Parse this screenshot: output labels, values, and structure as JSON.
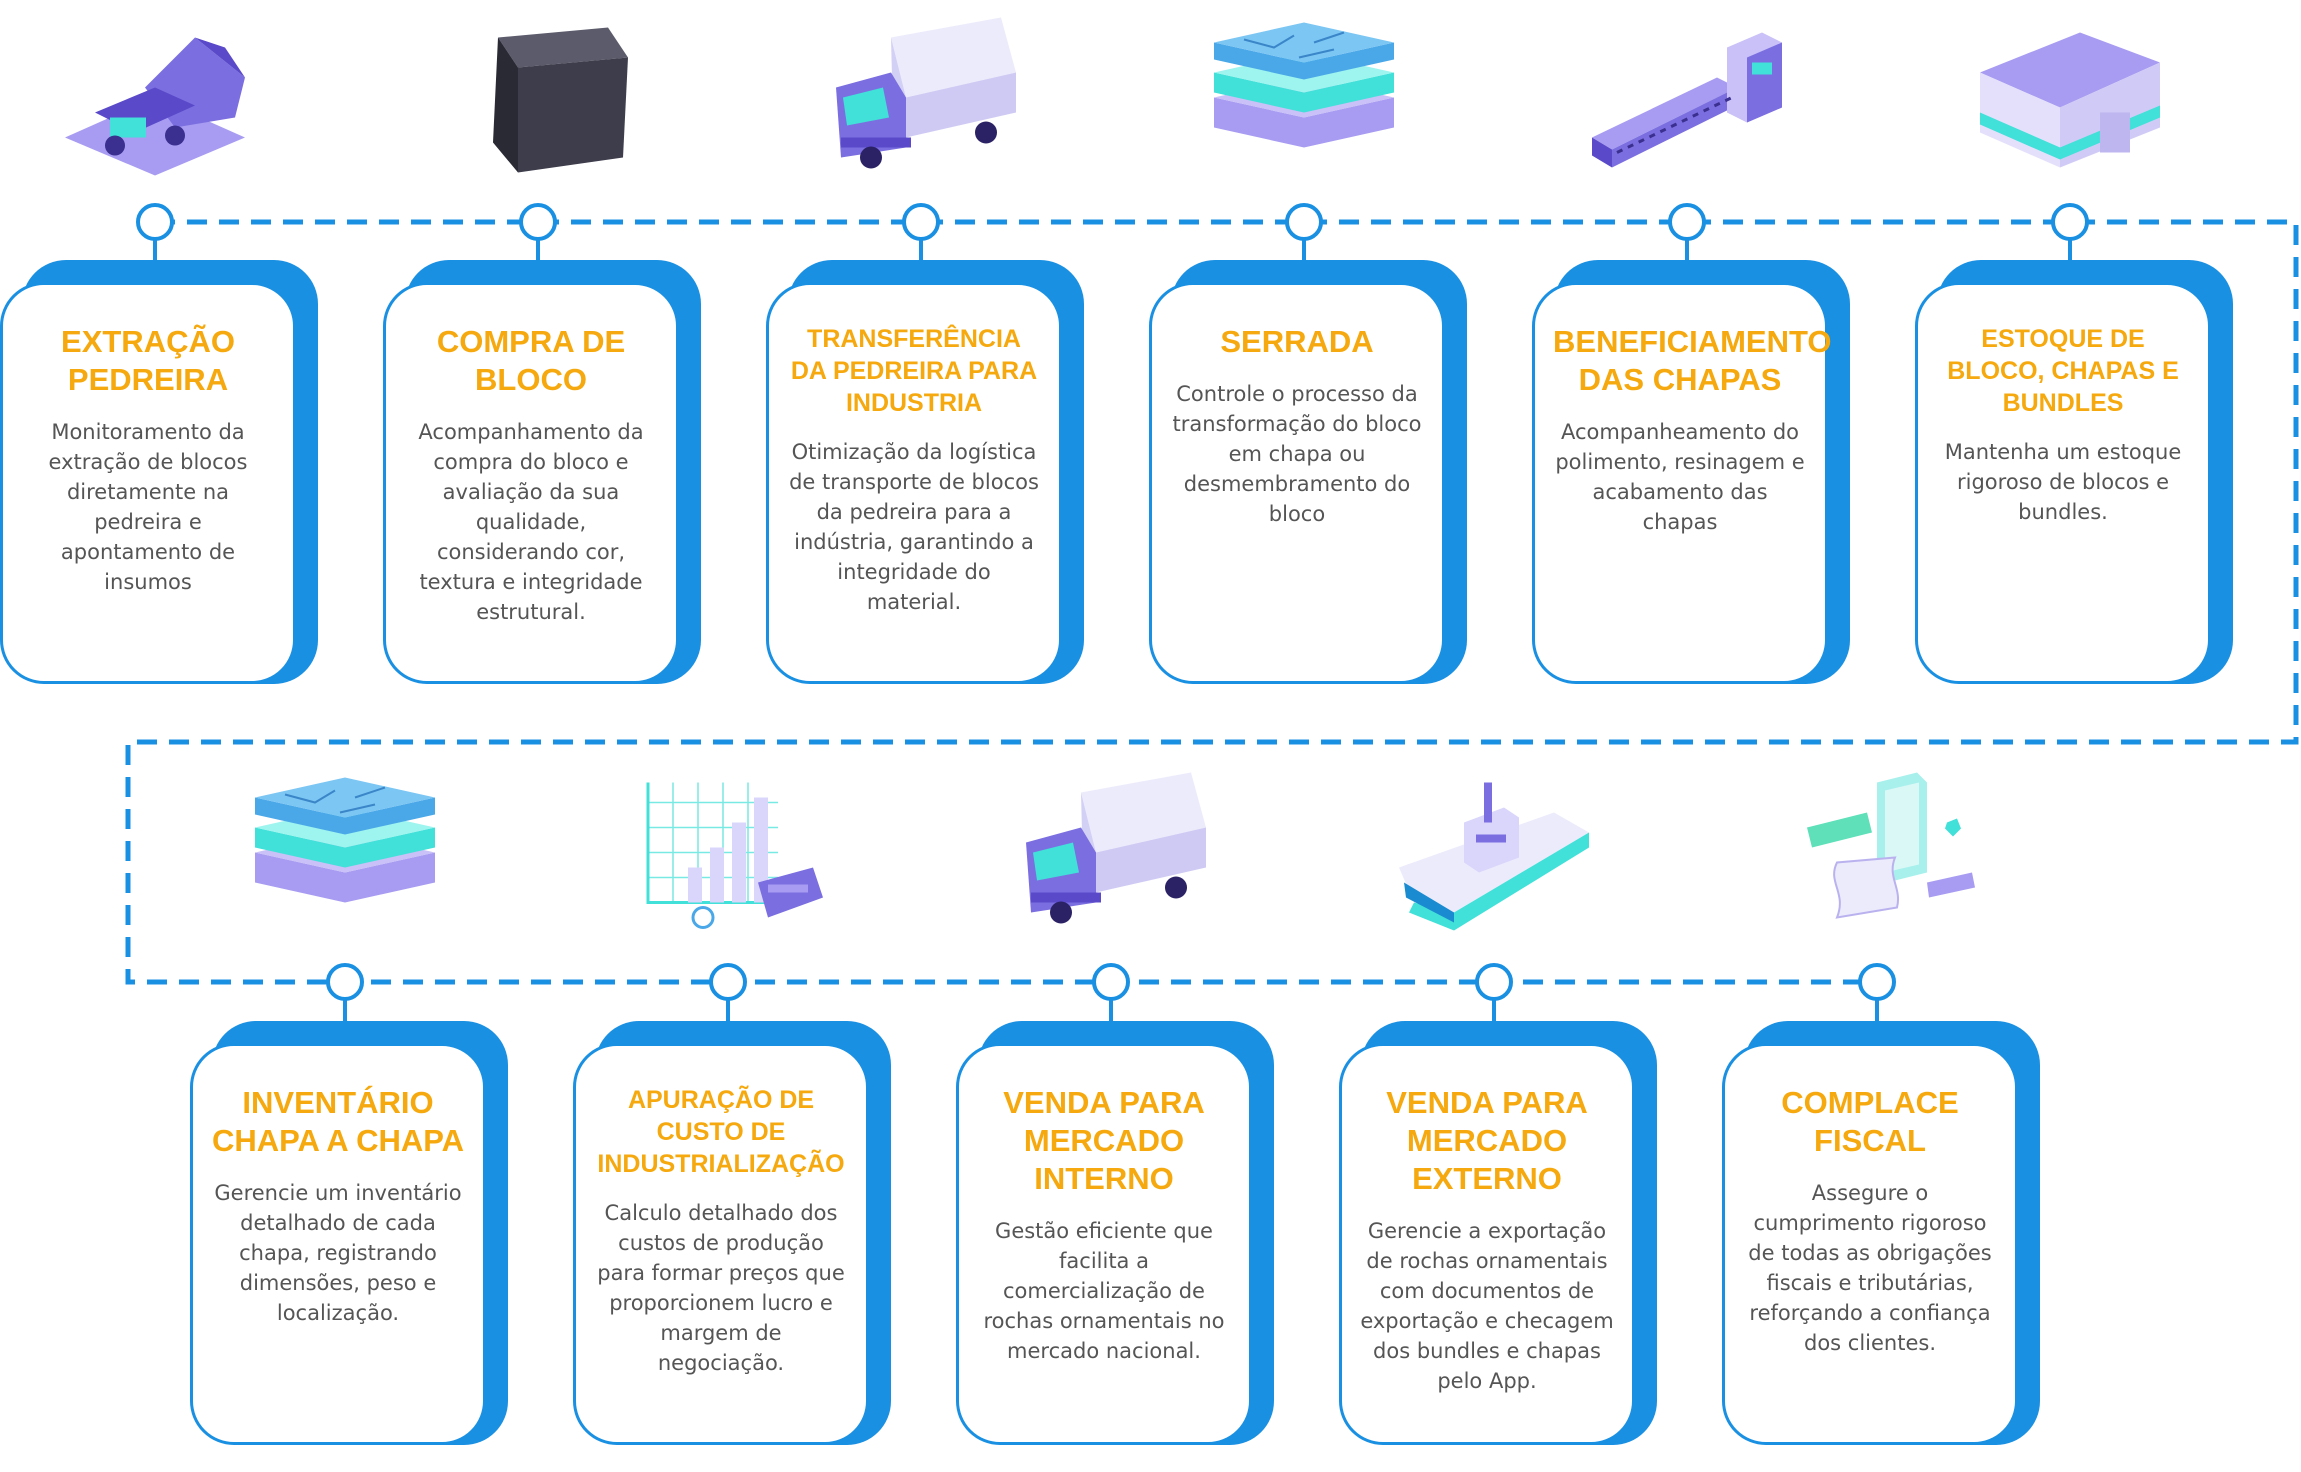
{
  "row1": [
    {
      "title": "EXTRAÇÃO PEDREIRA",
      "desc": "Monitoramento da extração de blocos diretamente na pedreira e apontamento de insumos",
      "icon": "quarry-excavator-icon"
    },
    {
      "title": "COMPRA DE BLOCO",
      "desc": "Acompanhamento da compra do bloco e avaliação da sua qualidade, considerando cor, textura e integridade estrutural.",
      "icon": "stone-block-icon"
    },
    {
      "title": "TRANSFERÊNCIA DA PEDREIRA PARA INDUSTRIA",
      "desc": "Otimização da logística de transporte de blocos da pedreira para a indústria, garantindo a integridade do material.",
      "icon": "truck-icon"
    },
    {
      "title": "SERRADA",
      "desc": "Controle o processo da transformação do bloco em chapa ou desmembramento do bloco",
      "icon": "stone-slab-layers-icon"
    },
    {
      "title": "BENEFICIAMENTO DAS CHAPAS",
      "desc": "Acompanheamento do polimento, resinagem e acabamento das chapas",
      "icon": "polishing-machine-icon"
    },
    {
      "title": "ESTOQUE DE BLOCO, CHAPAS E BUNDLES",
      "desc": "Mantenha  um estoque rigoroso de blocos e bundles.",
      "icon": "warehouse-icon"
    }
  ],
  "row2": [
    {
      "title": "INVENTÁRIO CHAPA A CHAPA",
      "desc": "Gerencie um inventário detalhado de cada chapa, registrando dimensões, peso e localização.",
      "icon": "stone-slab-layers-icon"
    },
    {
      "title": "APURAÇÃO DE CUSTO DE INDUSTRIALIZAÇÃO",
      "desc": "Calculo detalhado dos custos de produção para formar preços que proporcionem lucro e margem de negociação.",
      "icon": "cost-chart-calculator-icon"
    },
    {
      "title": "VENDA PARA MERCADO INTERNO",
      "desc": "Gestão eficiente que facilita a comercialização de rochas ornamentais no mercado nacional.",
      "icon": "truck-icon"
    },
    {
      "title": "VENDA PARA MERCADO EXTERNO",
      "desc": "Gerencie a exportação de rochas ornamentais com documentos de exportação e checagem dos bundles e chapas pelo App.",
      "icon": "cargo-ship-icon"
    },
    {
      "title": "COMPLACE FISCAL",
      "desc": "Assegure o cumprimento rigoroso de todas as obrigações fiscais e tributárias, reforçando a confiança dos clientes.",
      "icon": "fiscal-phone-receipt-icon"
    }
  ],
  "colors": {
    "accent_blue": "#1a90e3",
    "title_orange": "#f5a90f",
    "icon_purple": "#7b6ee0",
    "icon_cyan": "#41e0d8"
  }
}
